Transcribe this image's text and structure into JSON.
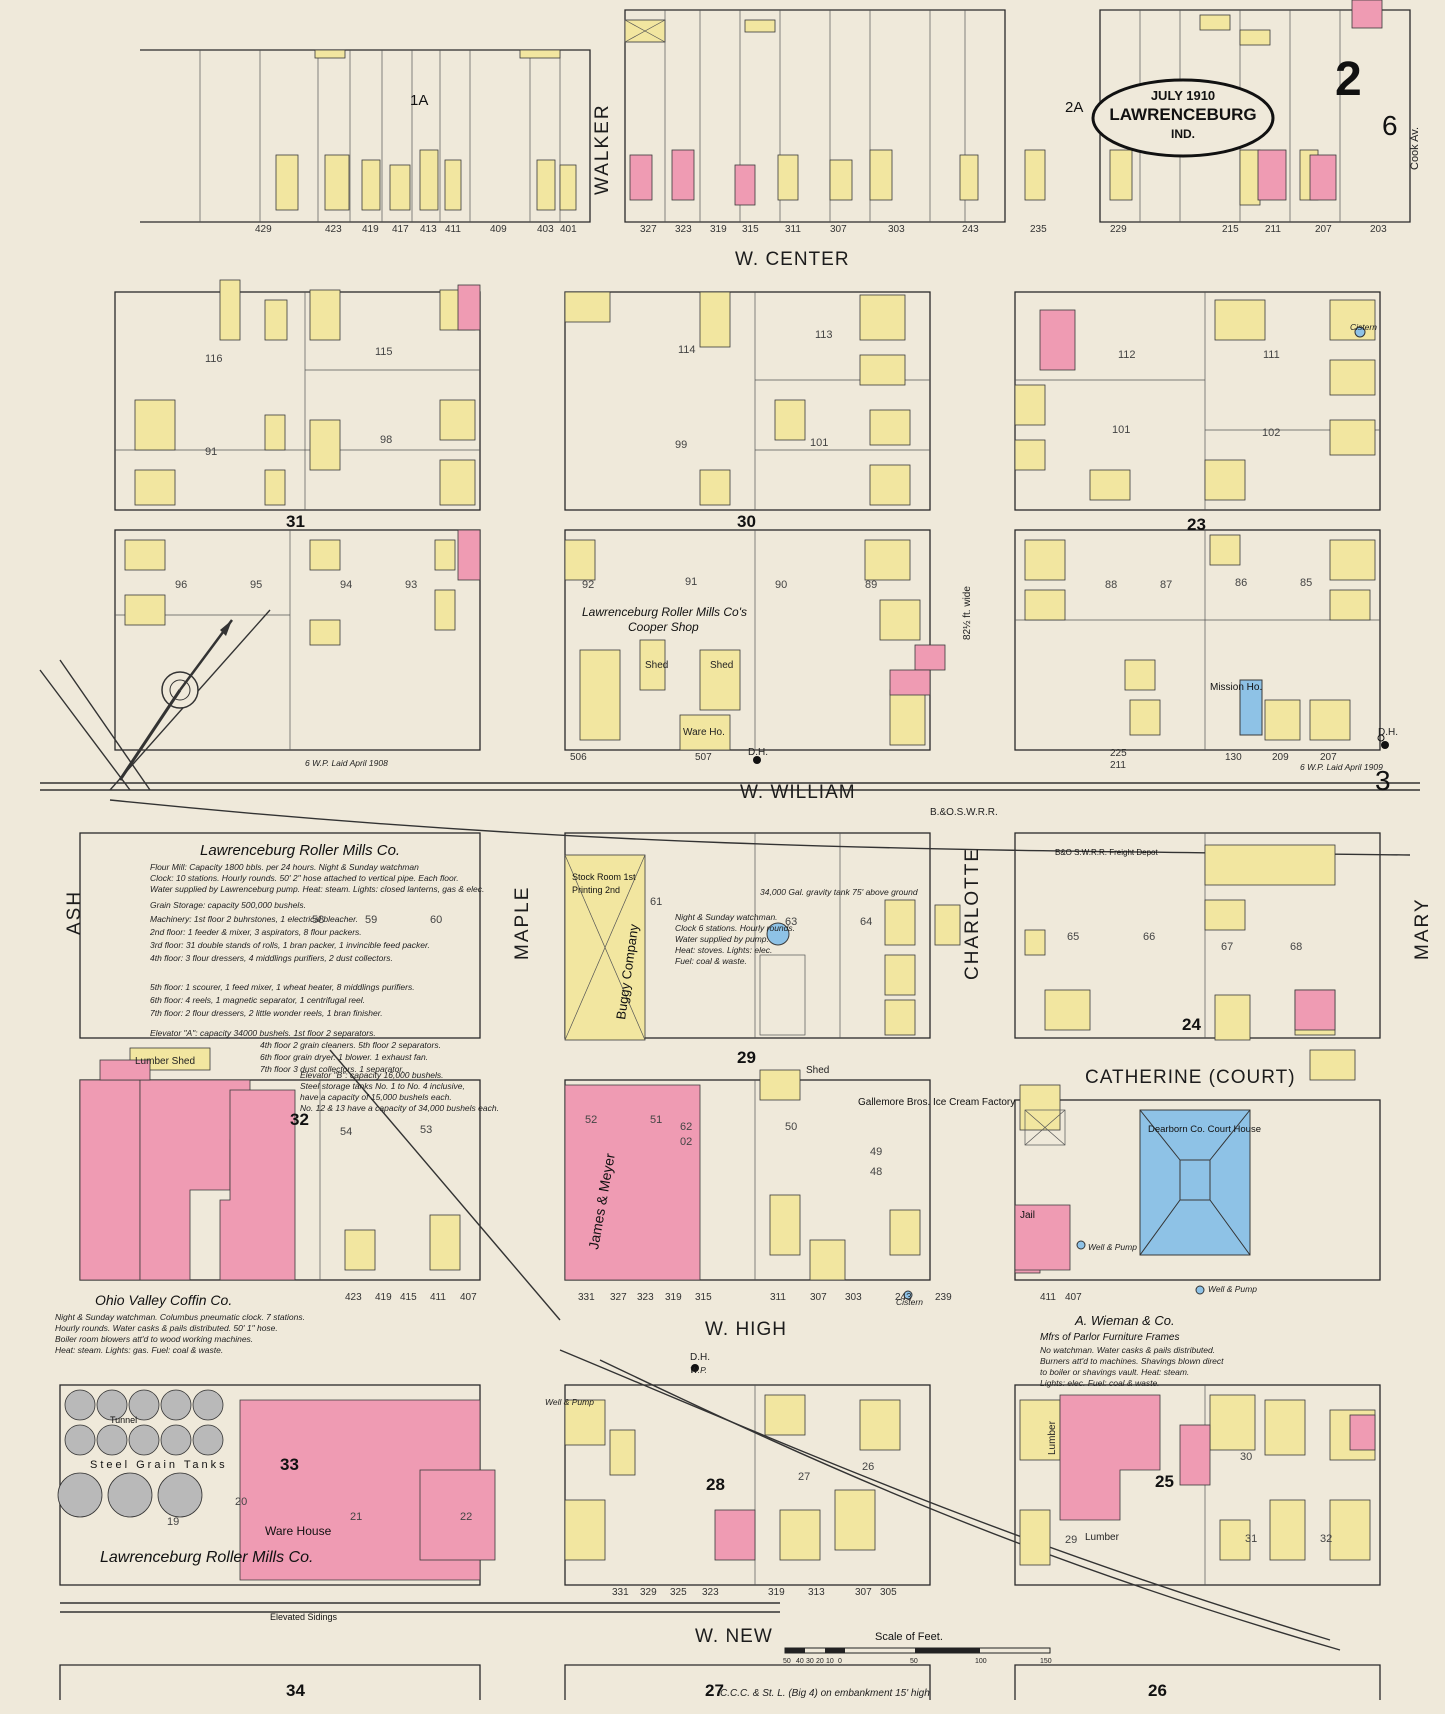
{
  "cartouche": {
    "date": "JULY 1910",
    "city": "LAWRENCEBURG",
    "state": "IND.",
    "sheet": "2"
  },
  "colors": {
    "frame_dwelling": "#f2e6a0",
    "brick": "#ef9bb3",
    "stone_concrete": "#8ec2e6",
    "iron": "#b9b9b9",
    "paper": "#efe9da",
    "line": "#2a2a2a"
  },
  "streets": {
    "w_center": "W. CENTER",
    "w_william": "W. WILLIAM",
    "w_high": "W. HIGH",
    "w_new": "W. NEW",
    "catherine": "CATHERINE (COURT)",
    "ash": "ASH",
    "maple": "MAPLE",
    "walker": "WALKER",
    "charlotte": "CHARLOTTE",
    "mary": "MARY",
    "cook_av": "Cook Av."
  },
  "adjoining_sheets": {
    "top_left": "1A",
    "top_right": "2A",
    "right_6": "6",
    "right_3": "3"
  },
  "block_numbers": [
    "31",
    "30",
    "23",
    "32",
    "29",
    "24",
    "33",
    "28",
    "25",
    "34",
    "27",
    "26"
  ],
  "business_labels": {
    "mill_title": "Lawrenceburg Roller Mills Co.",
    "mill_title_bottom": "Lawrenceburg Roller Mills Co.",
    "cooper": "Lawrenceburg Roller Mills Co's",
    "cooper_sub": "Cooper Shop",
    "coffin": "Ohio Valley Coffin Co.",
    "buggy": "Buggy Company",
    "james_meyer": "James & Meyer",
    "ice_cream": "Gallemore Bros. Ice Cream Factory",
    "mission": "Mission Ho.",
    "freight": "B&O S.W.R.R. Freight Depot",
    "court_house": "Dearborn Co. Court House",
    "jail": "Jail",
    "wieman": "A. Wieman & Co.",
    "wieman_sub": "Mfrs of Parlor Furniture Frames",
    "steel_tanks": "Steel Grain Tanks",
    "warehouse": "Ware House",
    "elevated_sidings": "Elevated Sidings",
    "stock_room": "Stock Room 1st",
    "printing": "Printing 2nd",
    "tunnel": "Tunnel"
  },
  "notes": {
    "mill_notes": [
      "Flour Mill: Capacity 1800 bbls. per 24 hours. Night & Sunday watchman",
      "Clock: 10 stations. Hourly rounds. 50' 2\" hose attached to vertical pipe. Each floor.",
      "Water supplied by Lawrenceburg pump. Heat: steam. Lights: closed lanterns, gas & elec.",
      "Grain Storage: capacity 500,000 bushels.",
      "Machinery: 1st floor 2 buhrstones, 1 electrical bleacher.",
      "2nd floor: 1 feeder & mixer, 3 aspirators, 8 flour packers.",
      "3rd floor: 31 double stands of rolls, 1 bran packer, 1 invincible feed packer.",
      "4th floor: 3 flour dressers, 4 middlings purifiers, 2 dust collectors.",
      "5th floor: 1 scourer, 1 feed mixer, 1 wheat heater, 8 middlings purifiers.",
      "6th floor: 4 reels, 1 magnetic separator, 1 centrifugal reel.",
      "7th floor: 2 flour dressers, 2 little wonder reels, 1 bran finisher."
    ],
    "elevator_a": [
      "Elevator \"A\": capacity 34000 bushels. 1st floor 2 separators.",
      "4th floor 2 grain cleaners. 5th floor 2 separators.",
      "6th floor grain dryer. 1 blower. 1 exhaust fan.",
      "7th floor 3 dust collectors. 1 separator."
    ],
    "elevator_b": [
      "Elevator \"B\": capacity 16,000 bushels.",
      "Steel storage tanks No. 1 to No. 4 inclusive,",
      "have a capacity of 15,000 bushels each.",
      "No. 12 & 13 have a capacity of 34,000 bushels each."
    ],
    "buggy_notes": [
      "Night & Sunday watchman.",
      "Clock 6 stations. Hourly rounds.",
      "Water supplied by pump.",
      "Heat: stoves. Lights: elec.",
      "Fuel: coal & waste."
    ],
    "coffin_notes": [
      "Night & Sunday watchman. Columbus pneumatic clock. 7 stations.",
      "Hourly rounds. Water casks & pails distributed. 50' 1\" hose.",
      "Boiler room blowers att'd to wood working machines.",
      "Heat: steam. Lights: gas. Fuel: coal & waste."
    ],
    "wieman_notes": [
      "No watchman. Water casks & pails distributed.",
      "Burners att'd to machines. Shavings blown direct",
      "to boiler or shavings vault. Heat: steam.",
      "Lights: elec. Fuel: coal & waste."
    ],
    "tank_note": "34,000 Gal. gravity tank 75' above ground",
    "railroad": "B.&O.S.W.R.R.",
    "big4": "C.C.C. & St. L. (Big 4) on embankment 15' high",
    "center_width": "82½ ft. wide",
    "laid_1908": "6 W.P. Laid April 1908",
    "laid_1909": "6 W.P. Laid April 1909"
  },
  "scale": {
    "label": "Scale of Feet.",
    "ticks": [
      "50",
      "40",
      "30",
      "20",
      "10",
      "0",
      "50",
      "100",
      "150"
    ]
  },
  "house_numbers": {
    "center_north": [
      "429",
      "423",
      "419",
      "417",
      "413",
      "411",
      "409",
      "403",
      "401",
      "327",
      "323",
      "319",
      "315",
      "311",
      "307",
      "303",
      "243",
      "235",
      "229",
      "215",
      "211",
      "207",
      "203"
    ],
    "william_south": [
      "506",
      "507",
      "225",
      "211",
      "130",
      "209",
      "207"
    ],
    "high_north": [
      "423",
      "419",
      "415",
      "411",
      "407",
      "331",
      "327",
      "323",
      "319",
      "315",
      "311",
      "307",
      "303",
      "243",
      "239",
      "411",
      "407"
    ],
    "new_north": [
      "331",
      "329",
      "325",
      "323",
      "319",
      "313",
      "307",
      "305"
    ]
  },
  "lot_numbers": [
    "116",
    "115",
    "91",
    "98",
    "96",
    "95",
    "94",
    "93",
    "114",
    "113",
    "99",
    "101",
    "92",
    "91",
    "90",
    "89",
    "112",
    "111",
    "101",
    "102",
    "88",
    "87",
    "86",
    "85",
    "58",
    "59",
    "60",
    "54",
    "53",
    "61",
    "62",
    "63",
    "64",
    "65",
    "66",
    "67",
    "68",
    "50",
    "49",
    "48",
    "52",
    "51",
    "02",
    "19",
    "20",
    "21",
    "22",
    "27",
    "26",
    "29",
    "30",
    "31",
    "32"
  ],
  "fire_notes": [
    "D.H.",
    "W.P.",
    "Well & Pump",
    "Cistern"
  ],
  "misc": {
    "lumber": "Lumber",
    "lumber_shed": "Lumber Shed",
    "sheds": "Shed",
    "ware_ho": "Ware Ho."
  }
}
